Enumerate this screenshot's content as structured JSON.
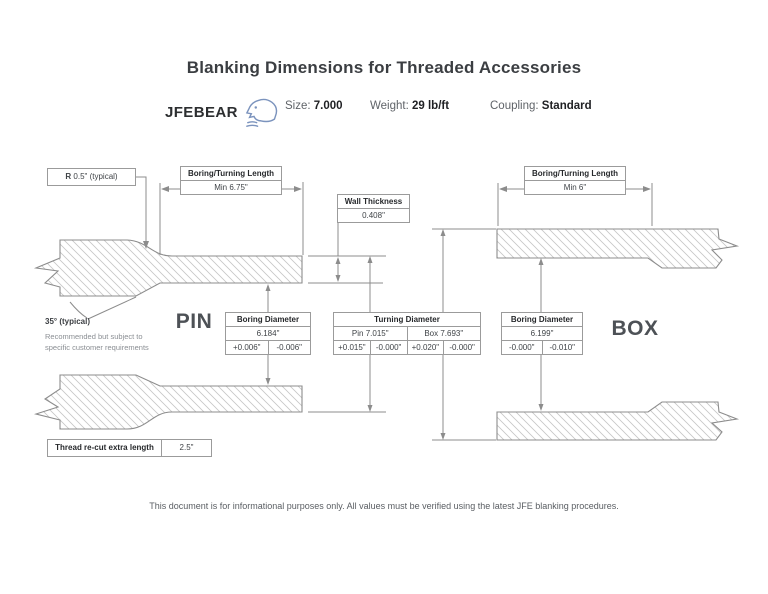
{
  "title": "Blanking Dimensions for Threaded Accessories",
  "logo": {
    "text": "JFEBEAR"
  },
  "specs": {
    "size_label": "Size:",
    "size_value": "7.000",
    "weight_label": "Weight:",
    "weight_value": "29 lb/ft",
    "coupling_label": "Coupling:",
    "coupling_value": "Standard"
  },
  "labels": {
    "radius_prefix": "R",
    "radius_text": " 0.5\" (typical)",
    "bt_left_title": "Boring/Turning Length",
    "bt_left_value": "Min 6.75\"",
    "bt_right_title": "Boring/Turning Length",
    "bt_right_value": "Min 6\"",
    "wall_title": "Wall Thickness",
    "wall_value": "0.408\"",
    "pin": "PIN",
    "box": "BOX",
    "angle_title": "35° (typical)",
    "angle_note1": "Recommended but subject to",
    "angle_note2": "specific customer requirements"
  },
  "tables": {
    "pin_boring": {
      "title": "Boring Diameter",
      "value": "6.184\"",
      "tol_plus": "+0.006\"",
      "tol_minus": "-0.006\""
    },
    "turning": {
      "title": "Turning Diameter",
      "pin_value": "Pin 7.015\"",
      "box_value": "Box 7.693\"",
      "pin_tol_plus": "+0.015\"",
      "pin_tol_minus": "-0.000\"",
      "box_tol_plus": "+0.020\"",
      "box_tol_minus": "-0.000\""
    },
    "box_boring": {
      "title": "Boring Diameter",
      "value": "6.199\"",
      "tol_plus": "-0.000\"",
      "tol_minus": "-0.010\""
    },
    "recut": {
      "label": "Thread re-cut extra length",
      "value": "2.5\""
    }
  },
  "footer": "This document is for informational purposes only. All values must be verified using the latest JFE blanking procedures."
}
